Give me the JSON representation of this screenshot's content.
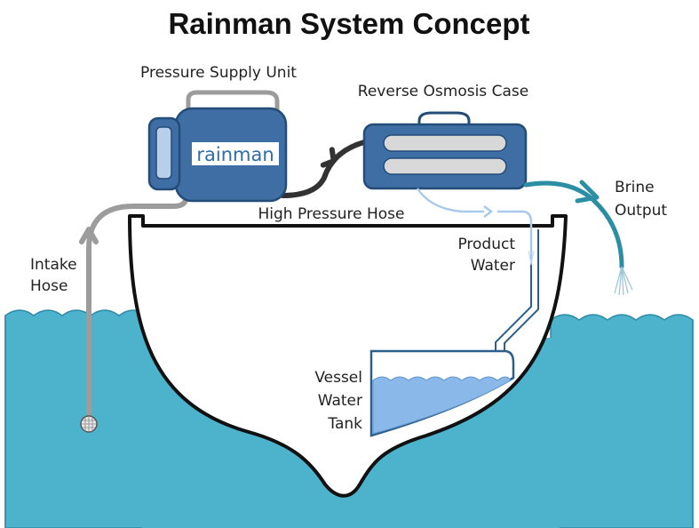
{
  "title": "Rainman System Concept",
  "labels": {
    "pressure_supply_unit": "Pressure Supply Unit",
    "reverse_osmosis_case": "Reverse Osmosis Case",
    "brand": "rainman",
    "high_pressure_hose": "High Pressure Hose",
    "product_water_1": "Product",
    "product_water_2": "Water",
    "brine_output_1": "Brine",
    "brine_output_2": "Output",
    "intake_hose_1": "Intake",
    "intake_hose_2": "Hose",
    "vessel_tank_1": "Vessel",
    "vessel_tank_2": "Water",
    "vessel_tank_3": "Tank"
  },
  "colors": {
    "sea": "#4db3cd",
    "sea_line": "#2e8aa6",
    "unit_blue": "#3f6ea4",
    "unit_dark": "#244c78",
    "hose_gray": "#9c9c9c",
    "hose_dark": "#333333",
    "brine": "#2c8ea4",
    "tank_water": "#8ab8e8",
    "product_line": "#a9c9ea"
  }
}
